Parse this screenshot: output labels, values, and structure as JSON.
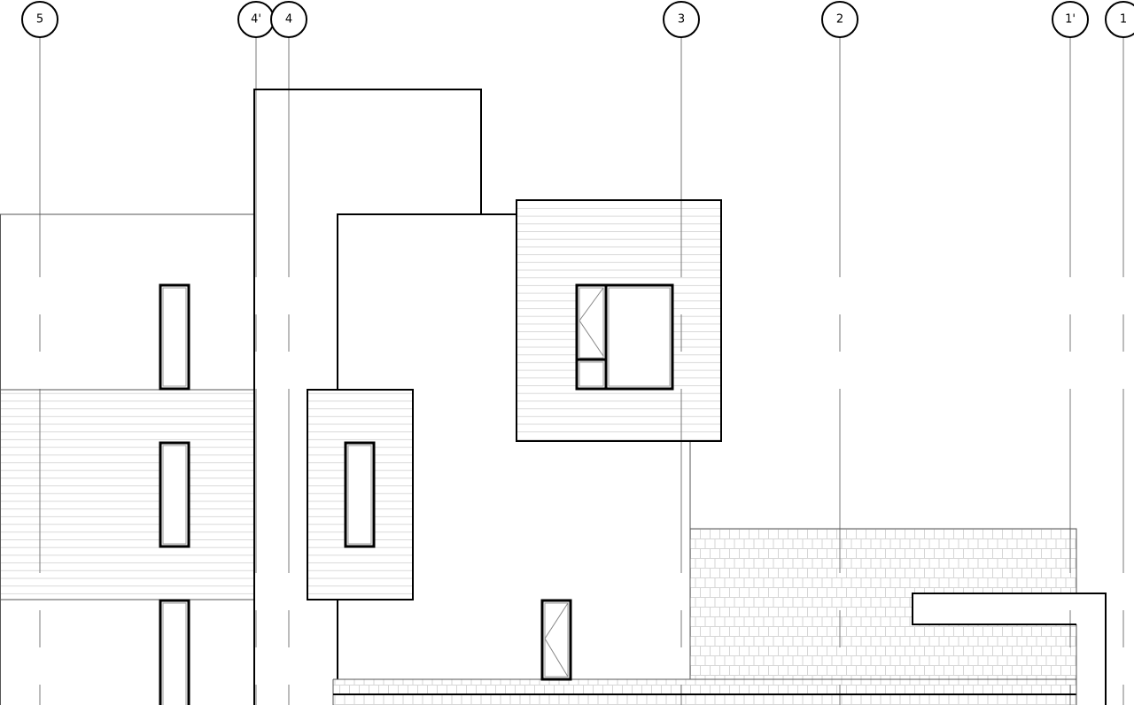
{
  "drawing": {
    "grid_lines": [
      {
        "label": "5"
      },
      {
        "label": "4'"
      },
      {
        "label": "4"
      },
      {
        "label": "3"
      },
      {
        "label": "2"
      },
      {
        "label": "1'"
      },
      {
        "label": "1"
      }
    ]
  },
  "colors": {
    "line": "#000000",
    "grid_line": "#7a7a7a",
    "hatch": "#d9d9d9",
    "background": "#ffffff"
  }
}
